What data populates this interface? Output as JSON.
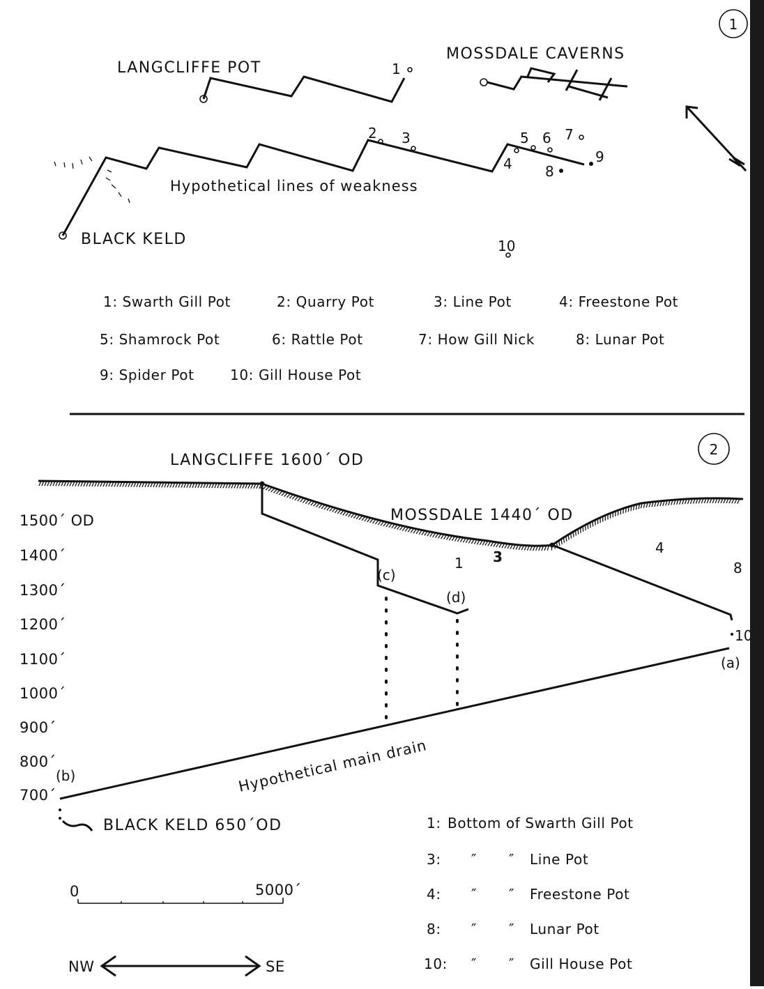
{
  "figure1": {
    "number": "1",
    "labels": {
      "langcliffe_pot": "LANGCLIFFE POT",
      "mossdale_caverns": "MOSSDALE CAVERNS",
      "black_keld": "BLACK KELD",
      "weakness": "Hypothetical lines of weakness",
      "pot1": "1",
      "pot2": "2",
      "pot3": "3",
      "pot4": "4",
      "pot5": "5",
      "pot6": "6",
      "pot7": "7",
      "pot8": "8",
      "pot9": "9",
      "pot10": "10"
    },
    "key": [
      "1: Swarth Gill Pot",
      "2: Quarry Pot",
      "3: Line Pot",
      "4: Freestone Pot",
      "5: Shamrock Pot",
      "6: Rattle Pot",
      "7: How Gill Nick",
      "8: Lunar Pot",
      "9: Spider Pot",
      "10: Gill House Pot"
    ]
  },
  "figure2": {
    "number": "2",
    "langcliffe": "LANGCLIFFE 1600´ OD",
    "mossdale": "MOSSDALE 1440´ OD",
    "black_keld": "BLACK KELD 650´OD",
    "main_drain": "Hypothetical main drain",
    "axis": [
      "1500´ OD",
      "1400´",
      "1300´",
      "1200´",
      "1100´",
      "1000´",
      "900´",
      "800´",
      "700´"
    ],
    "points": {
      "a": "(a)",
      "b": "(b)",
      "c": "(c)",
      "d": "(d)",
      "n1": "1",
      "n3": "3",
      "n4": "4",
      "n8": "8",
      "n10": "10"
    },
    "scale": {
      "start": "0",
      "end": "5000´"
    },
    "direction": {
      "left": "NW",
      "right": "SE"
    },
    "key": [
      {
        "num": "1:",
        "text": "Bottom of Swarth Gill Pot"
      },
      {
        "num": "3:",
        "ditto": "″",
        "text": "Line Pot"
      },
      {
        "num": "4:",
        "ditto": "″",
        "text": "Freestone Pot"
      },
      {
        "num": "8:",
        "ditto": "″",
        "text": "Lunar Pot"
      },
      {
        "num": "10:",
        "ditto": "″",
        "text": "Gill House Pot"
      }
    ]
  }
}
